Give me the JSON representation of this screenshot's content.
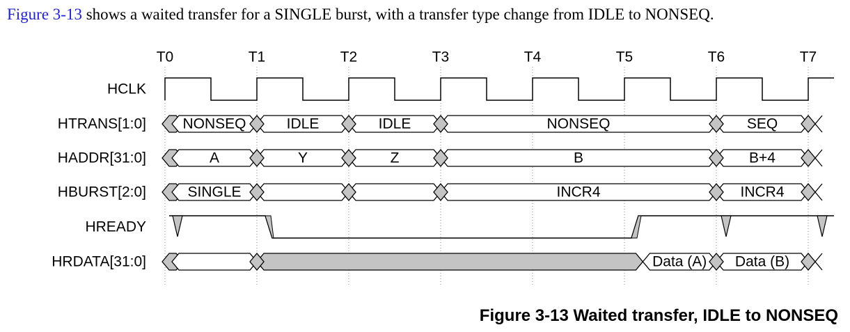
{
  "intro": {
    "ref": "Figure 3-13",
    "text": " shows a waited transfer for a SINGLE burst, with a transfer type change from IDLE to NONSEQ."
  },
  "caption": "Figure 3-13 Waited transfer, IDLE to NONSEQ",
  "timing": {
    "clock_labels": [
      "T0",
      "T1",
      "T2",
      "T3",
      "T4",
      "T5",
      "T6",
      "T7"
    ],
    "clock_signal": "HCLK",
    "hready_signal": "HREADY",
    "hready_low_from_edge": 1,
    "hready_high_at_edge": 5,
    "buses": [
      {
        "name": "HTRANS[1:0]",
        "segments": [
          {
            "from": 0,
            "to": 1,
            "label": "NONSEQ"
          },
          {
            "from": 1,
            "to": 2,
            "label": "IDLE"
          },
          {
            "from": 2,
            "to": 3,
            "label": "IDLE"
          },
          {
            "from": 3,
            "to": 6,
            "label": "NONSEQ"
          },
          {
            "from": 6,
            "to": 7,
            "label": "SEQ"
          }
        ]
      },
      {
        "name": "HADDR[31:0]",
        "segments": [
          {
            "from": 0,
            "to": 1,
            "label": "A"
          },
          {
            "from": 1,
            "to": 2,
            "label": "Y"
          },
          {
            "from": 2,
            "to": 3,
            "label": "Z"
          },
          {
            "from": 3,
            "to": 6,
            "label": "B"
          },
          {
            "from": 6,
            "to": 7,
            "label": "B+4"
          }
        ]
      },
      {
        "name": "HBURST[2:0]",
        "segments": [
          {
            "from": 0,
            "to": 1,
            "label": "SINGLE"
          },
          {
            "from": 1,
            "to": 2,
            "label": ""
          },
          {
            "from": 2,
            "to": 3,
            "label": ""
          },
          {
            "from": 3,
            "to": 6,
            "label": "INCR4"
          },
          {
            "from": 6,
            "to": 7,
            "label": "INCR4"
          }
        ]
      }
    ],
    "hrdata": {
      "name": "HRDATA[31:0]",
      "segments": [
        {
          "from": 0,
          "to": 1,
          "label": ""
        },
        {
          "from": 1,
          "to": 5.2,
          "label": "",
          "shaded": true
        },
        {
          "from": 5.2,
          "to": 6,
          "label": "Data (A)"
        },
        {
          "from": 6,
          "to": 7,
          "label": "Data (B)"
        }
      ]
    },
    "colors": {
      "shade": "#c4c4c4",
      "line": "#000000",
      "grid": "#888888"
    }
  }
}
